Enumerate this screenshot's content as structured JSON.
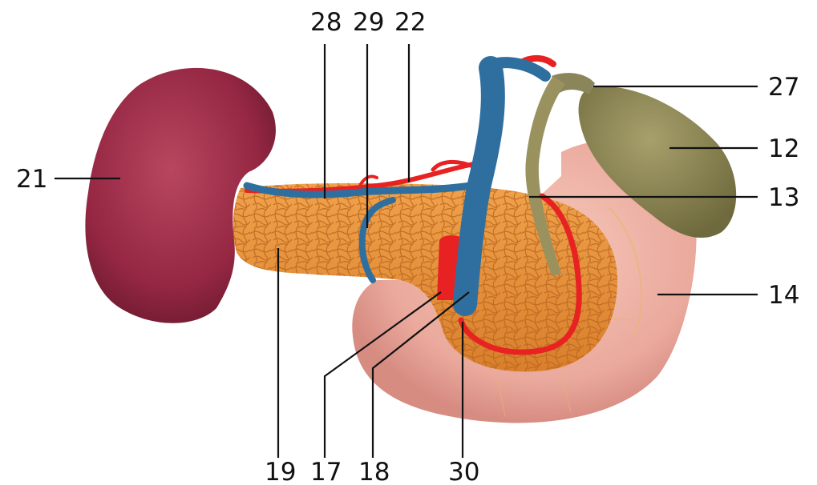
{
  "figure": {
    "labels": [
      {
        "id": "l28",
        "text": "28"
      },
      {
        "id": "l29",
        "text": "29"
      },
      {
        "id": "l22",
        "text": "22"
      },
      {
        "id": "l27",
        "text": "27"
      },
      {
        "id": "l12",
        "text": "12"
      },
      {
        "id": "l13",
        "text": "13"
      },
      {
        "id": "l14",
        "text": "14"
      },
      {
        "id": "l21",
        "text": "21"
      },
      {
        "id": "l19",
        "text": "19"
      },
      {
        "id": "l17",
        "text": "17"
      },
      {
        "id": "l18",
        "text": "18"
      },
      {
        "id": "l30",
        "text": "30"
      }
    ]
  },
  "colors": {
    "spleen": "#9b2b48",
    "pancreas": "#e3913c",
    "duodenum": "#e9aaa0",
    "vein": "#2f6f9f",
    "artery": "#e82222",
    "gallbladder": "#8c8a57"
  }
}
